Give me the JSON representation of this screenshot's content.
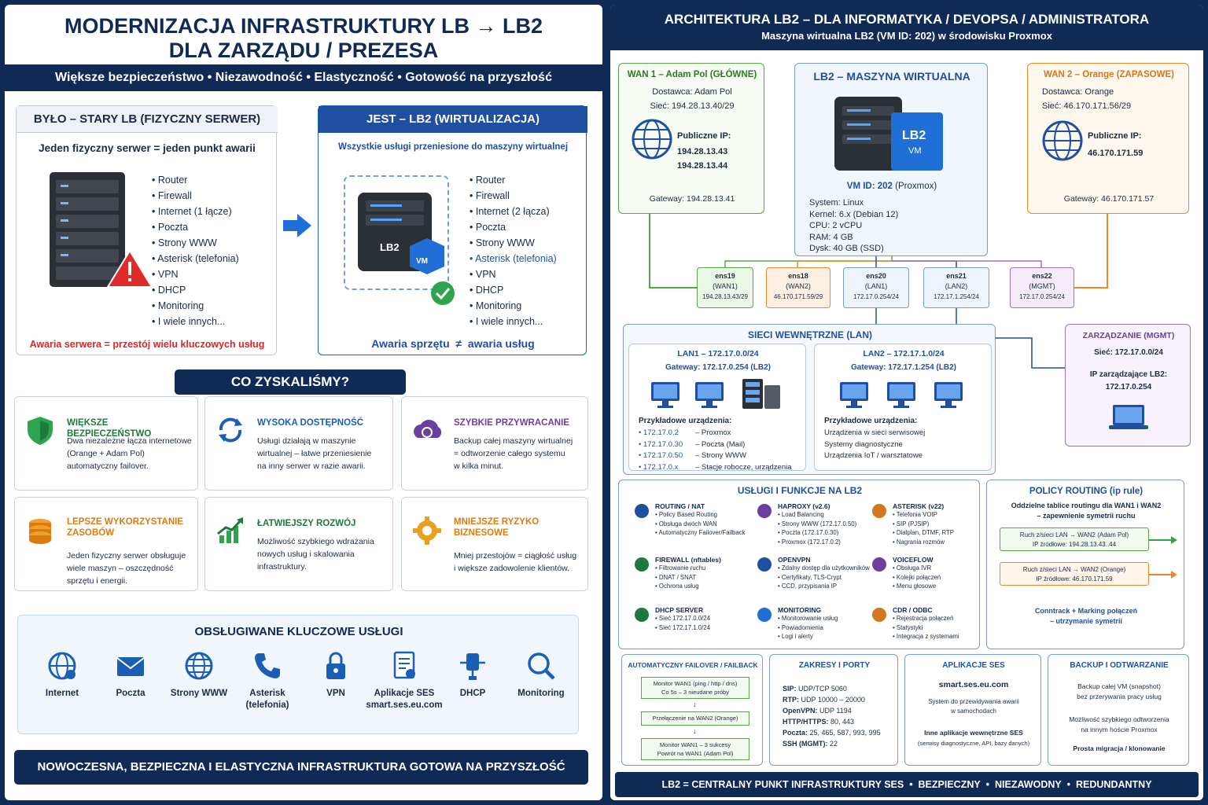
{
  "left": {
    "title_line1": "MODERNIZACJA INFRASTRUKTURY LB → LB2",
    "title_line2": "DLA ZARZĄDU / PREZESA",
    "subtitle": "Większe bezpieczeństwo • Niezawodność • Elastyczność • Gotowość na przyszłość",
    "old": {
      "header": "BYŁO – STARY LB (FIZYCZNY SERWER)",
      "tagline": "Jeden fizyczny serwer = jeden punkt awarii",
      "items": [
        "Router",
        "Firewall",
        "Internet (1 łącze)",
        "Poczta",
        "Strony WWW",
        "Asterisk (telefonia)",
        "VPN",
        "DHCP",
        "Monitoring",
        "I wiele innych..."
      ],
      "warning": "Awaria serwera = przestój wielu kluczowych usług"
    },
    "new": {
      "header": "JEST – LB2 (WIRTUALIZACJA)",
      "tagline": "Wszystkie usługi przeniesione do maszyny wirtualnej",
      "items": [
        "Router",
        "Firewall",
        "Internet (2 łącza)",
        "Poczta",
        "Strony WWW",
        "Asterisk (telefonia)",
        "VPN",
        "DHCP",
        "Monitoring",
        "I wiele innych..."
      ],
      "server_label": "LB2",
      "vm_label": "VM",
      "footer_a": "Awaria sprzętu",
      "footer_neq": "≠",
      "footer_b": "awaria usług"
    },
    "gains_title": "CO ZYSKALIŚMY?",
    "gains": [
      {
        "title": "WIĘKSZE BEZPIECZEŃSTWO",
        "desc": [
          "Dwa niezależne łącza internetowe",
          "(Orange + Adam Pol)",
          "automatyczny failover."
        ],
        "color": "#1e7a3c",
        "icon": "shield-icon"
      },
      {
        "title": "WYSOKA DOSTĘPNOŚĆ",
        "desc": [
          "Usługi działają w maszynie",
          "wirtualnej – łatwe przeniesienie",
          "na inny serwer w razie awarii."
        ],
        "color": "#1a5fb4",
        "icon": "sync-icon"
      },
      {
        "title": "SZYBKIE PRZYWRACANIE",
        "desc": [
          "Backup całej maszyny wirtualnej",
          "= odtworzenie całego systemu",
          "w kilka minut."
        ],
        "color": "#6b3fa0",
        "icon": "cloud-restore-icon"
      },
      {
        "title": "LEPSZE WYKORZYSTANIE ZASOBÓW",
        "desc": [
          "Jeden fizyczny serwer obsługuje",
          "wiele maszyn – oszczędność",
          "sprzętu i energii."
        ],
        "color": "#d97b0f",
        "icon": "coins-icon"
      },
      {
        "title": "ŁATWIEJSZY ROZWÓJ",
        "desc": [
          "Możliwość szybkiego wdrażania",
          "nowych usług i skalowania",
          "infrastruktury."
        ],
        "color": "#1e7a3c",
        "icon": "growth-chart-icon"
      },
      {
        "title": "MNIEJSZE RYZYKO BIZNESOWE",
        "desc": [
          "Mniej przestojów = ciągłość usług",
          "i większe zadowolenie klientów."
        ],
        "color": "#d97b0f",
        "icon": "gear-icon"
      }
    ],
    "services_title": "OBSŁUGIWANE KLUCZOWE USŁUGI",
    "services": [
      {
        "label": "Internet",
        "sub": "",
        "icon": "globe-icon"
      },
      {
        "label": "Poczta",
        "sub": "",
        "icon": "envelope-icon"
      },
      {
        "label": "Strony WWW",
        "sub": "",
        "icon": "web-icon"
      },
      {
        "label": "Asterisk",
        "sub": "(telefonia)",
        "icon": "phone-icon"
      },
      {
        "label": "VPN",
        "sub": "",
        "icon": "lock-icon"
      },
      {
        "label": "Aplikacje SES",
        "sub": "smart.ses.eu.com",
        "icon": "document-icon"
      },
      {
        "label": "DHCP",
        "sub": "",
        "icon": "network-icon"
      },
      {
        "label": "Monitoring",
        "sub": "",
        "icon": "magnifier-icon"
      }
    ],
    "footer": "NOWOCZESNA, BEZPIECZNA I ELASTYCZNA INFRASTRUKTURA GOTOWA NA PRZYSZŁOŚĆ"
  },
  "right": {
    "title": "ARCHITEKTURA LB2 – DLA INFORMATYKA / DEVOPSA / ADMINISTRATORA",
    "subtitle": "Maszyna wirtualna LB2 (VM ID: 202) w środowisku Proxmox",
    "wan1": {
      "header": "WAN 1 – Adam Pol (GŁÓWNE)",
      "provider": "Dostawca: Adam Pol",
      "net": "Sieć: 194.28.13.40/29",
      "ip_label": "Publiczne IP:",
      "ips": [
        "194.28.13.43",
        "194.28.13.44"
      ],
      "gateway": "Gateway: 194.28.13.41"
    },
    "wan2": {
      "header": "WAN 2 – Orange (ZAPASOWE)",
      "provider": "Dostawca: Orange",
      "net": "Sieć: 46.170.171.56/29",
      "ip_label": "Publiczne IP:",
      "ips": [
        "46.170.171.59"
      ],
      "gateway": "Gateway: 46.170.171.57"
    },
    "vm": {
      "header": "LB2 – MASZYNA WIRTUALNA",
      "badge1": "LB2",
      "badge2": "VM",
      "id_prefix": "VM ID: 202",
      "id_suffix": "(Proxmox)",
      "specs": [
        "System: Linux",
        "Kernel: 6.x (Debian 12)",
        "CPU: 2 vCPU",
        "RAM: 4 GB",
        "Dysk: 40 GB (SSD)"
      ]
    },
    "nics": [
      {
        "name": "ens19",
        "role": "(WAN1)",
        "ip": "194.28.13.43/29",
        "bg": "#eaf6e6",
        "border": "#5aa54a"
      },
      {
        "name": "ens18",
        "role": "(WAN2)",
        "ip": "46.170.171.59/29",
        "bg": "#fdf0e2",
        "border": "#e68a2e"
      },
      {
        "name": "ens20",
        "role": "(LAN1)",
        "ip": "172.17.0.254/24",
        "bg": "#eef4fc",
        "border": "#7a9ccc"
      },
      {
        "name": "ens21",
        "role": "(LAN2)",
        "ip": "172.17.1.254/24",
        "bg": "#eef4fc",
        "border": "#7a9ccc"
      },
      {
        "name": "ens22",
        "role": "(MGMT)",
        "ip": "172.17.0.254/24",
        "bg": "#f3ecf8",
        "border": "#9a74c2"
      }
    ],
    "lan": {
      "title": "SIECI WEWNĘTRZNE (LAN)",
      "lan1": {
        "title": "LAN1 – 172.17.0.0/24",
        "gateway": "Gateway: 172.17.0.254 (LB2)",
        "ex_label": "Przykładowe urządzenia:",
        "rows": [
          [
            "172.17.0.2",
            "– Proxmox"
          ],
          [
            "172.17.0.30",
            "– Poczta (Mail)"
          ],
          [
            "172.17.0.50",
            "– Strony WWW"
          ],
          [
            "172.17.0.x",
            "– Stacje robocze, urządzenia"
          ]
        ]
      },
      "lan2": {
        "title": "LAN2 – 172.17.1.0/24",
        "gateway": "Gateway: 172.17.1.254 (LB2)",
        "ex_label": "Przykładowe urządzenia:",
        "rows": [
          "Urządzenia w sieci serwisowej",
          "Systemy diagnostyczne",
          "Urządzenia IoT / warsztatowe"
        ]
      }
    },
    "mgmt": {
      "title": "ZARZĄDZANIE (MGMT)",
      "net": "Sieć: 172.17.0.0/24",
      "ip_label": "IP zarządzające LB2:",
      "ip": "172.17.0.254"
    },
    "services": {
      "title": "USŁUGI I FUNKCJE NA LB2",
      "items": [
        {
          "h": "ROUTING / NAT",
          "l": [
            "Policy Based Routing",
            "Obsługa dwóch WAN",
            "Automatyczny Failover/Failback"
          ],
          "icon": "router-icon"
        },
        {
          "h": "HAPROXY (v2.6)",
          "l": [
            "Load Balancing",
            "Strony WWW (172.17.0.50)",
            "Poczta (172.17.0.30)",
            "Proxmox (172.17.0.2)"
          ],
          "icon": "balancer-icon"
        },
        {
          "h": "ASTERISK (v22)",
          "l": [
            "Telefonia VOIP",
            "SIP (PJSIP)",
            "Dialplan, DTMF, RTP",
            "Nagrania rozmów"
          ],
          "icon": "asterisk-icon"
        },
        {
          "h": "FIREWALL (nftables)",
          "l": [
            "Filtrowanie ruchu",
            "DNAT / SNAT",
            "Ochrona usług"
          ],
          "icon": "firewall-icon"
        },
        {
          "h": "OPENVPN",
          "l": [
            "Zdalny dostęp dla użytkowników",
            "Certyfikaty, TLS-Crypt",
            "CCD, przypisania IP"
          ],
          "icon": "vpn-icon"
        },
        {
          "h": "VOICEFLOW",
          "l": [
            "Obsługa IVR",
            "Kolejki połączeń",
            "Menu głosowe"
          ],
          "icon": "voiceflow-icon"
        },
        {
          "h": "DHCP SERVER",
          "l": [
            "Sieć 172.17.0.0/24",
            "Sieć 172.17.1.0/24"
          ],
          "icon": "dhcp-icon"
        },
        {
          "h": "MONITORING",
          "l": [
            "Monitorowanie usług",
            "Powiadomienia",
            "Logi i alerty"
          ],
          "icon": "monitoring-icon"
        },
        {
          "h": "CDR / ODBC",
          "l": [
            "Rejestracja połączeń",
            "Statystyki",
            "Integracja z systemami"
          ],
          "icon": "cdr-icon"
        }
      ]
    },
    "policy": {
      "title": "POLICY ROUTING (ip rule)",
      "desc": [
        "Oddzielne tablice routingu dla WAN1 i WAN2",
        "– zapewnienie symetrii ruchu"
      ],
      "r1": [
        "Ruch z/sieci LAN → WAN2 (Adam Pol)",
        "IP źródłowe: 194.28.13.43..44"
      ],
      "r2": [
        "Ruch z/sieci LAN → WAN2 (Orange)",
        "IP źródłowe: 46.170.171.59"
      ],
      "foot": [
        "Conntrack + Marking połączeń",
        "– utrzymanie symetrii"
      ]
    },
    "failover": {
      "title": "AUTOMATYCZNY FAILOVER / FAILBACK",
      "s1": [
        "Monitor WAN1 (ping / http / dns)",
        "Co 5s – 3 nieudane próby"
      ],
      "s2": [
        "Przełączenie na WAN2 (Orange)"
      ],
      "s3": [
        "Monitor WAN1 – 3 sukcesy",
        "Powrót na WAN1 (Adam Pol)"
      ]
    },
    "ports": {
      "title": "ZAKRESY I PORTY",
      "rows": [
        [
          "SIP:",
          "UDP/TCP 5060"
        ],
        [
          "RTP:",
          "UDP 10000 – 20000"
        ],
        [
          "OpenVPN:",
          "UDP 1194"
        ],
        [
          "HTTP/HTTPS:",
          "80, 443"
        ],
        [
          "Poczta:",
          "25, 465, 587, 993, 995"
        ],
        [
          "SSH (MGMT):",
          "22"
        ]
      ]
    },
    "apps": {
      "title": "APLIKACJE SES",
      "url": "smart.ses.eu.com",
      "d1": [
        "System do przewidywania awarii",
        "w samochodach"
      ],
      "d2": "Inne aplikacje wewnętrzne SES",
      "d3": "(serwisy diagnostyczne, API, bazy danych)"
    },
    "backup": {
      "title": "BACKUP I ODTWARZANIE",
      "l1": [
        "Backup całej VM (snapshot)",
        "bez przerywania pracy usług"
      ],
      "l2": [
        "Możliwość szybkiego odtworzenia",
        "na innym hoście Proxmox"
      ],
      "l3": "Prosta migracja / klonowanie"
    },
    "footer": [
      "LB2 = CENTRALNY PUNKT INFRASTRUKTURY SES",
      "BEZPIECZNY",
      "NIEZAWODNY",
      "REDUNDANTNY"
    ]
  }
}
